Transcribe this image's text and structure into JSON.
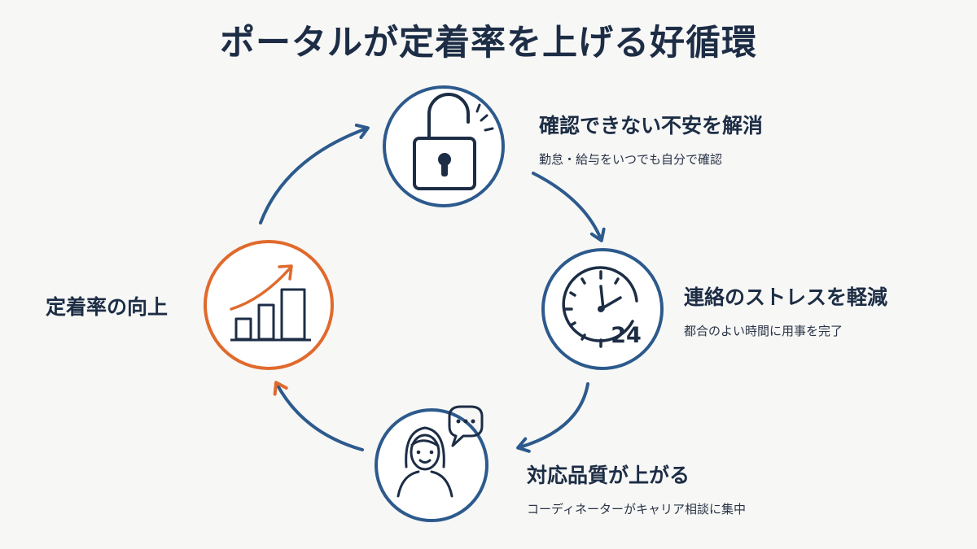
{
  "title": "ポータルが定着率を上げる好循環",
  "colors": {
    "navy": "#2d5a8c",
    "text": "#1d2d45",
    "accent": "#e06a2c"
  },
  "cycle": [
    {
      "icon": "unlock-icon",
      "heading": "確認できない不安を解消",
      "sub": "勤怠・給与をいつでも自分で確認"
    },
    {
      "icon": "clock-24-icon",
      "heading": "連絡のストレスを軽減",
      "sub": "都合のよい時間に用事を完了",
      "badge": "24"
    },
    {
      "icon": "person-chat-icon",
      "heading": "対応品質が上がる",
      "sub": "コーディネーターがキャリア相談に集中"
    },
    {
      "icon": "growth-chart-icon",
      "heading": "定着率の向上"
    }
  ]
}
